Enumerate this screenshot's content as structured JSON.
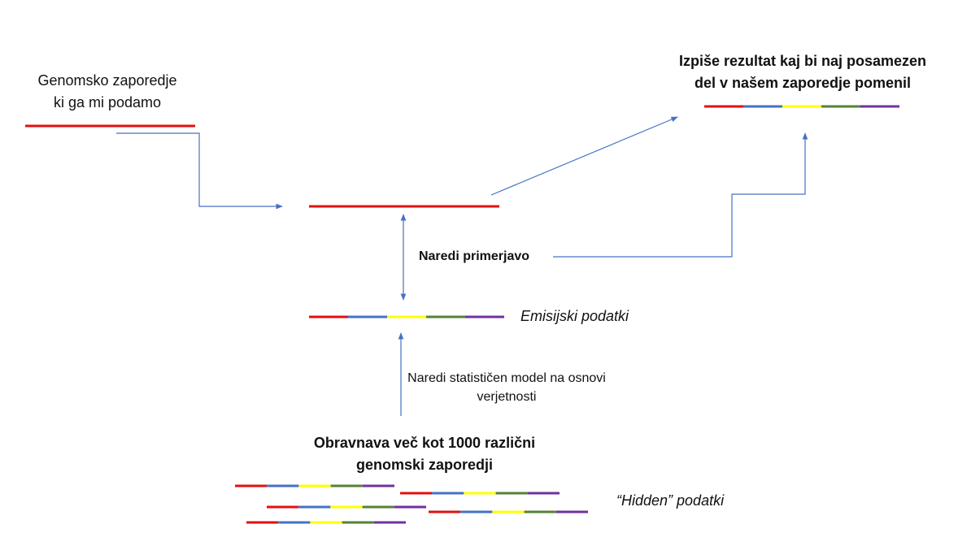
{
  "colors": {
    "red": "#e01010",
    "blue": "#4472c4",
    "yellow": "#ffff00",
    "green": "#548235",
    "purple": "#7030a0",
    "arrow": "#4472c4"
  },
  "segment_order": [
    "red",
    "blue",
    "yellow",
    "green",
    "purple"
  ],
  "labels": {
    "input_line1": "Genomsko  zaporedje",
    "input_line2": "ki ga mi podamo",
    "output_line1": "Izpiše rezultat kaj bi naj posamezen",
    "output_line2": "del v našem zaporedje  pomenil",
    "compare": "Naredi primerjavo",
    "emission": "Emisijski podatki",
    "model_line1": "Naredi statističen model na osnovi",
    "model_line2": "verjetnosti",
    "hidden_title_line1": "Obravnava  več kot 1000 različni",
    "hidden_title_line2": "genomski zaporedji",
    "hidden": "“Hidden” podatki"
  }
}
